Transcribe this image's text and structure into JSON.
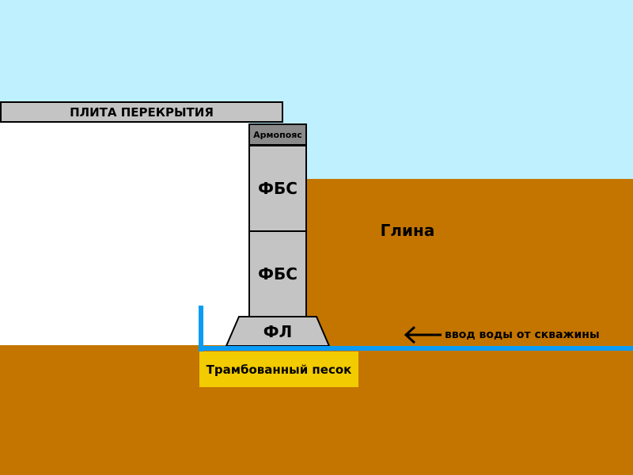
{
  "labels": {
    "slab": "ПЛИТА ПЕРЕКРЫТИЯ",
    "armo_belt": "Армопояс",
    "fbs_upper": "ФБС",
    "fbs_lower": "ФБС",
    "footing": "ФЛ",
    "compacted_sand": "Трамбованный песок",
    "soil": "Глина",
    "water_inlet": "ввод воды от скважины"
  },
  "icons": {
    "water_arrow": "arrow-left-icon"
  },
  "colors": {
    "sky": "#bff0fd",
    "clay": "#c47500",
    "interior": "#ffffff",
    "slab": "#c4c4c4",
    "armo_belt": "#8a8a8a",
    "fbs": "#c4c4c4",
    "footing": "#c4c4c4",
    "sand": "#f2cb00",
    "pipe": "#0a9cf5",
    "outline": "#000000",
    "text": "#000000"
  }
}
